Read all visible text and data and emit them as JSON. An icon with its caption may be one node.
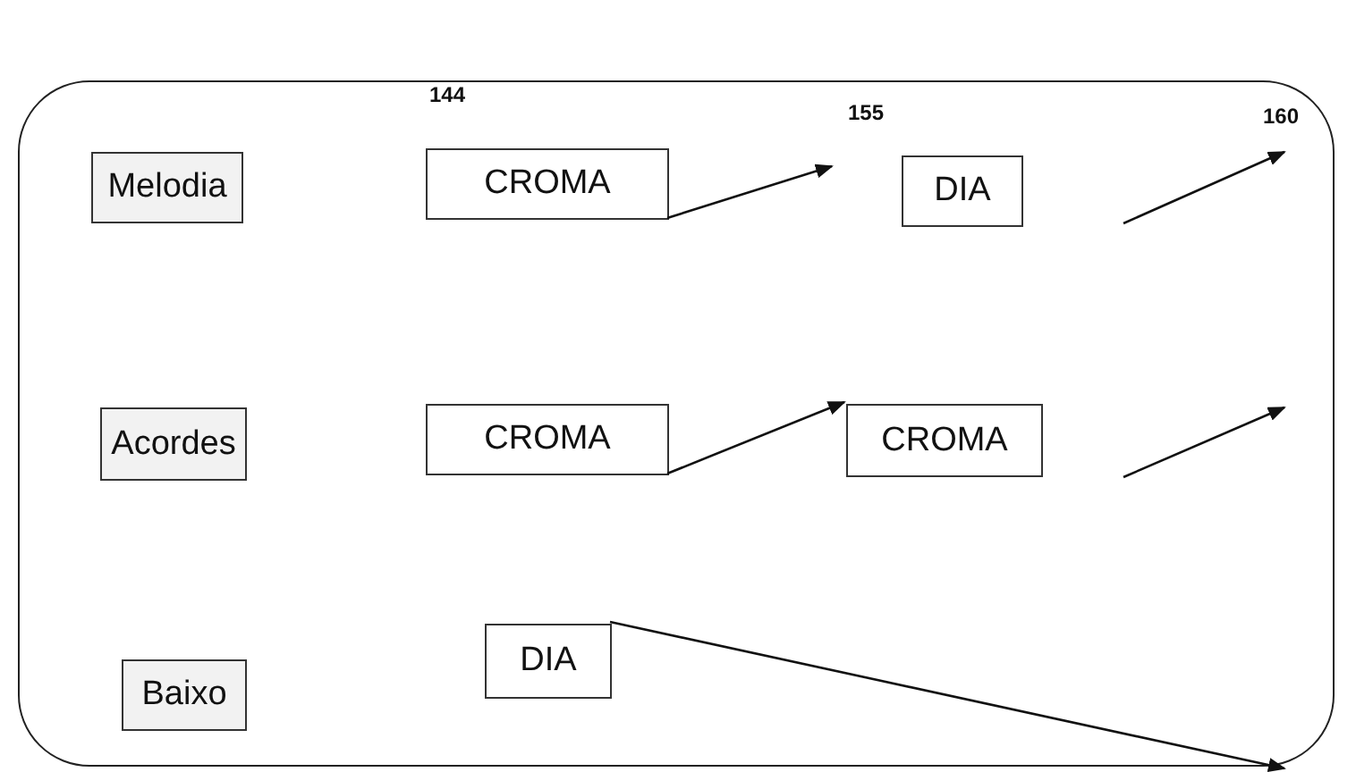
{
  "diagram": {
    "nodes": [
      {
        "text": [],
        "shape": "box"
      },
      {
        "text": [
          "Melodia"
        ],
        "in": 0
      },
      {
        "text": [
          "CROMA"
        ],
        "in": 0
      },
      {
        "text": [
          "DIA"
        ],
        "in": 0
      },
      {
        "text": [
          "Acordes"
        ],
        "in": 0
      },
      {
        "text": [
          "CROMA"
        ],
        "in": 0
      },
      {
        "text": [
          "CROMA"
        ],
        "in": 0
      },
      {
        "text": [
          "Baixo"
        ],
        "in": 0
      },
      {
        "text": [
          "DIA"
        ],
        "in": 0
      }
    ],
    "edges": [
      {
        "from": 2,
        "to": null,
        "arrow": "to"
      },
      {
        "from": 5,
        "to": 6,
        "arrow": "to"
      },
      {
        "from": 8,
        "to": null,
        "arrow": "to"
      }
    ],
    "labels": [
      "144",
      "155",
      "160"
    ]
  }
}
